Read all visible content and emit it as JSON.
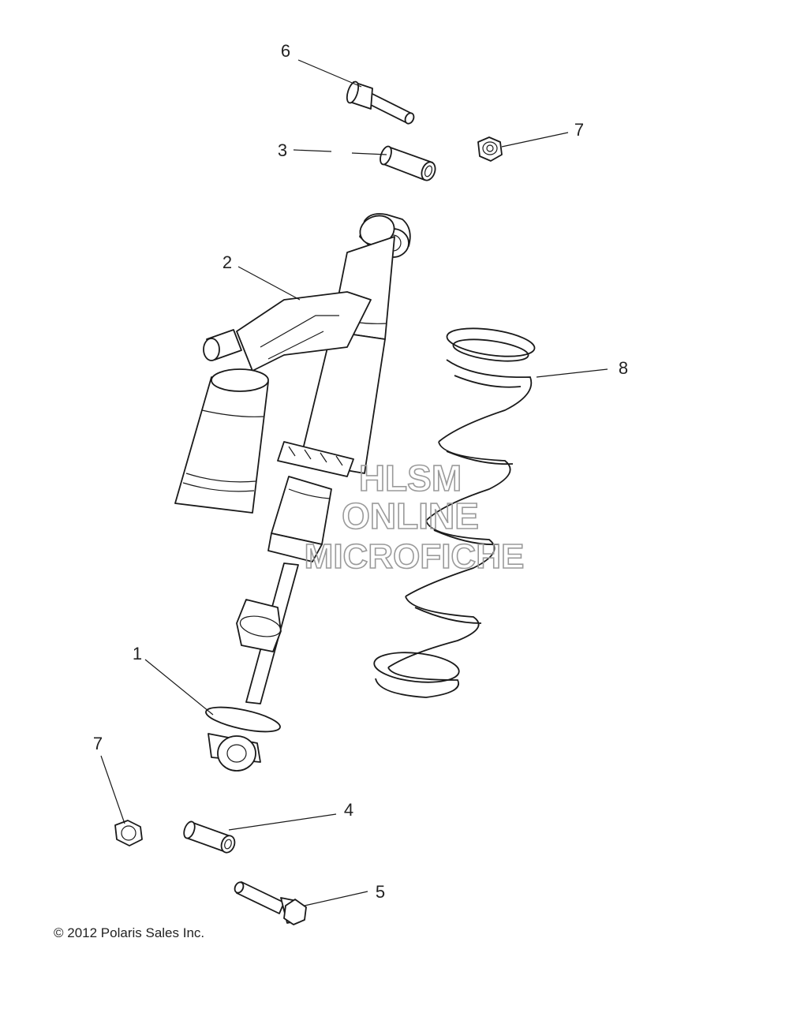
{
  "callouts": {
    "c1": "1",
    "c2": "2",
    "c3": "3",
    "c4": "4",
    "c5": "5",
    "c6": "6",
    "c7a": "7",
    "c7b": "7",
    "c8": "8"
  },
  "watermark": {
    "line1": "HLSM",
    "line2": "ONLINE",
    "line3": "MICROFICHE"
  },
  "copyright": "© 2012 Polaris Sales Inc."
}
